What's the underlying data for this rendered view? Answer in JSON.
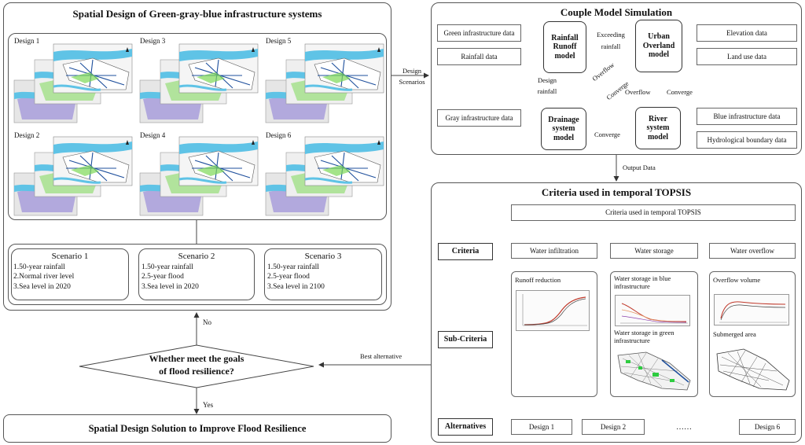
{
  "left_panel": {
    "title": "Spatial Design of Green-gray-blue infrastructure systems",
    "designs": [
      "Design 1",
      "Design 3",
      "Design 5",
      "Design 2",
      "Design 4",
      "Design 6"
    ],
    "scenarios": [
      {
        "title": "Scenario 1",
        "lines": [
          "1.50-year rainfall",
          "2.Normal river level",
          "3.Sea level in 2020"
        ]
      },
      {
        "title": "Scenario 2",
        "lines": [
          "1.50-year rainfall",
          "2.5-year flood",
          "3.Sea level in 2020"
        ]
      },
      {
        "title": "Scenario 3",
        "lines": [
          "1.50-year rainfall",
          "2.5-year flood",
          "3.Sea level in 2100"
        ]
      }
    ]
  },
  "decision": {
    "line1": "Whether meet the goals",
    "line2": "of flood resilience?",
    "no_label": "No",
    "yes_label": "Yes",
    "best_label": "Best alternative"
  },
  "solution": "Spatial Design Solution to Improve Flood Resilience",
  "couple": {
    "title": "Couple Model Simulation",
    "inputs_left": [
      "Green infrastructure data",
      "Rainfall data",
      "Gray infrastructure data"
    ],
    "inputs_right": [
      "Elevation data",
      "Land use data",
      "Blue infrastructure data",
      "Hydrological boundary data"
    ],
    "models": {
      "rainfall": [
        "Rainfall",
        "Runoff",
        "model"
      ],
      "urban": [
        "Urban",
        "Overland",
        "model"
      ],
      "drainage": [
        "Drainage",
        "system",
        "model"
      ],
      "river": [
        "River",
        "system",
        "model"
      ]
    },
    "labels": {
      "exceeding": [
        "Exceeding",
        "rainfall"
      ],
      "design_rainfall": [
        "Design",
        "rainfall"
      ],
      "overflow1": "Overflow",
      "converge1": "Converge",
      "overflow2": "Overflow",
      "converge2": "Converge",
      "converge3": "Converge"
    },
    "design_scenarios": [
      "Design",
      "Scenarios"
    ],
    "output_data": "Output Data"
  },
  "topsis": {
    "title": "Criteria used in temporal TOPSIS",
    "header_box": "Criteria used in temporal TOPSIS",
    "row_labels": [
      "Criteria",
      "Sub-Criteria",
      "Alternatives"
    ],
    "criteria": [
      "Water infiltration",
      "Water storage",
      "Water overflow"
    ],
    "sub": {
      "runoff": "Runoff reduction",
      "blue": [
        "Water storage in blue",
        "infrastructure"
      ],
      "green": [
        "Water storage in green",
        "infrastructure"
      ],
      "overflow": "Overflow volume",
      "submerged": "Submerged area"
    },
    "alternatives": [
      "Design 1",
      "Design 2",
      "……",
      "Design 6"
    ]
  },
  "colors": {
    "water": "#5fc3e6",
    "green": "#7ed957",
    "gray": "#bdbdbd",
    "purple": "#9b8fd9",
    "road": "#1e4f9c"
  }
}
